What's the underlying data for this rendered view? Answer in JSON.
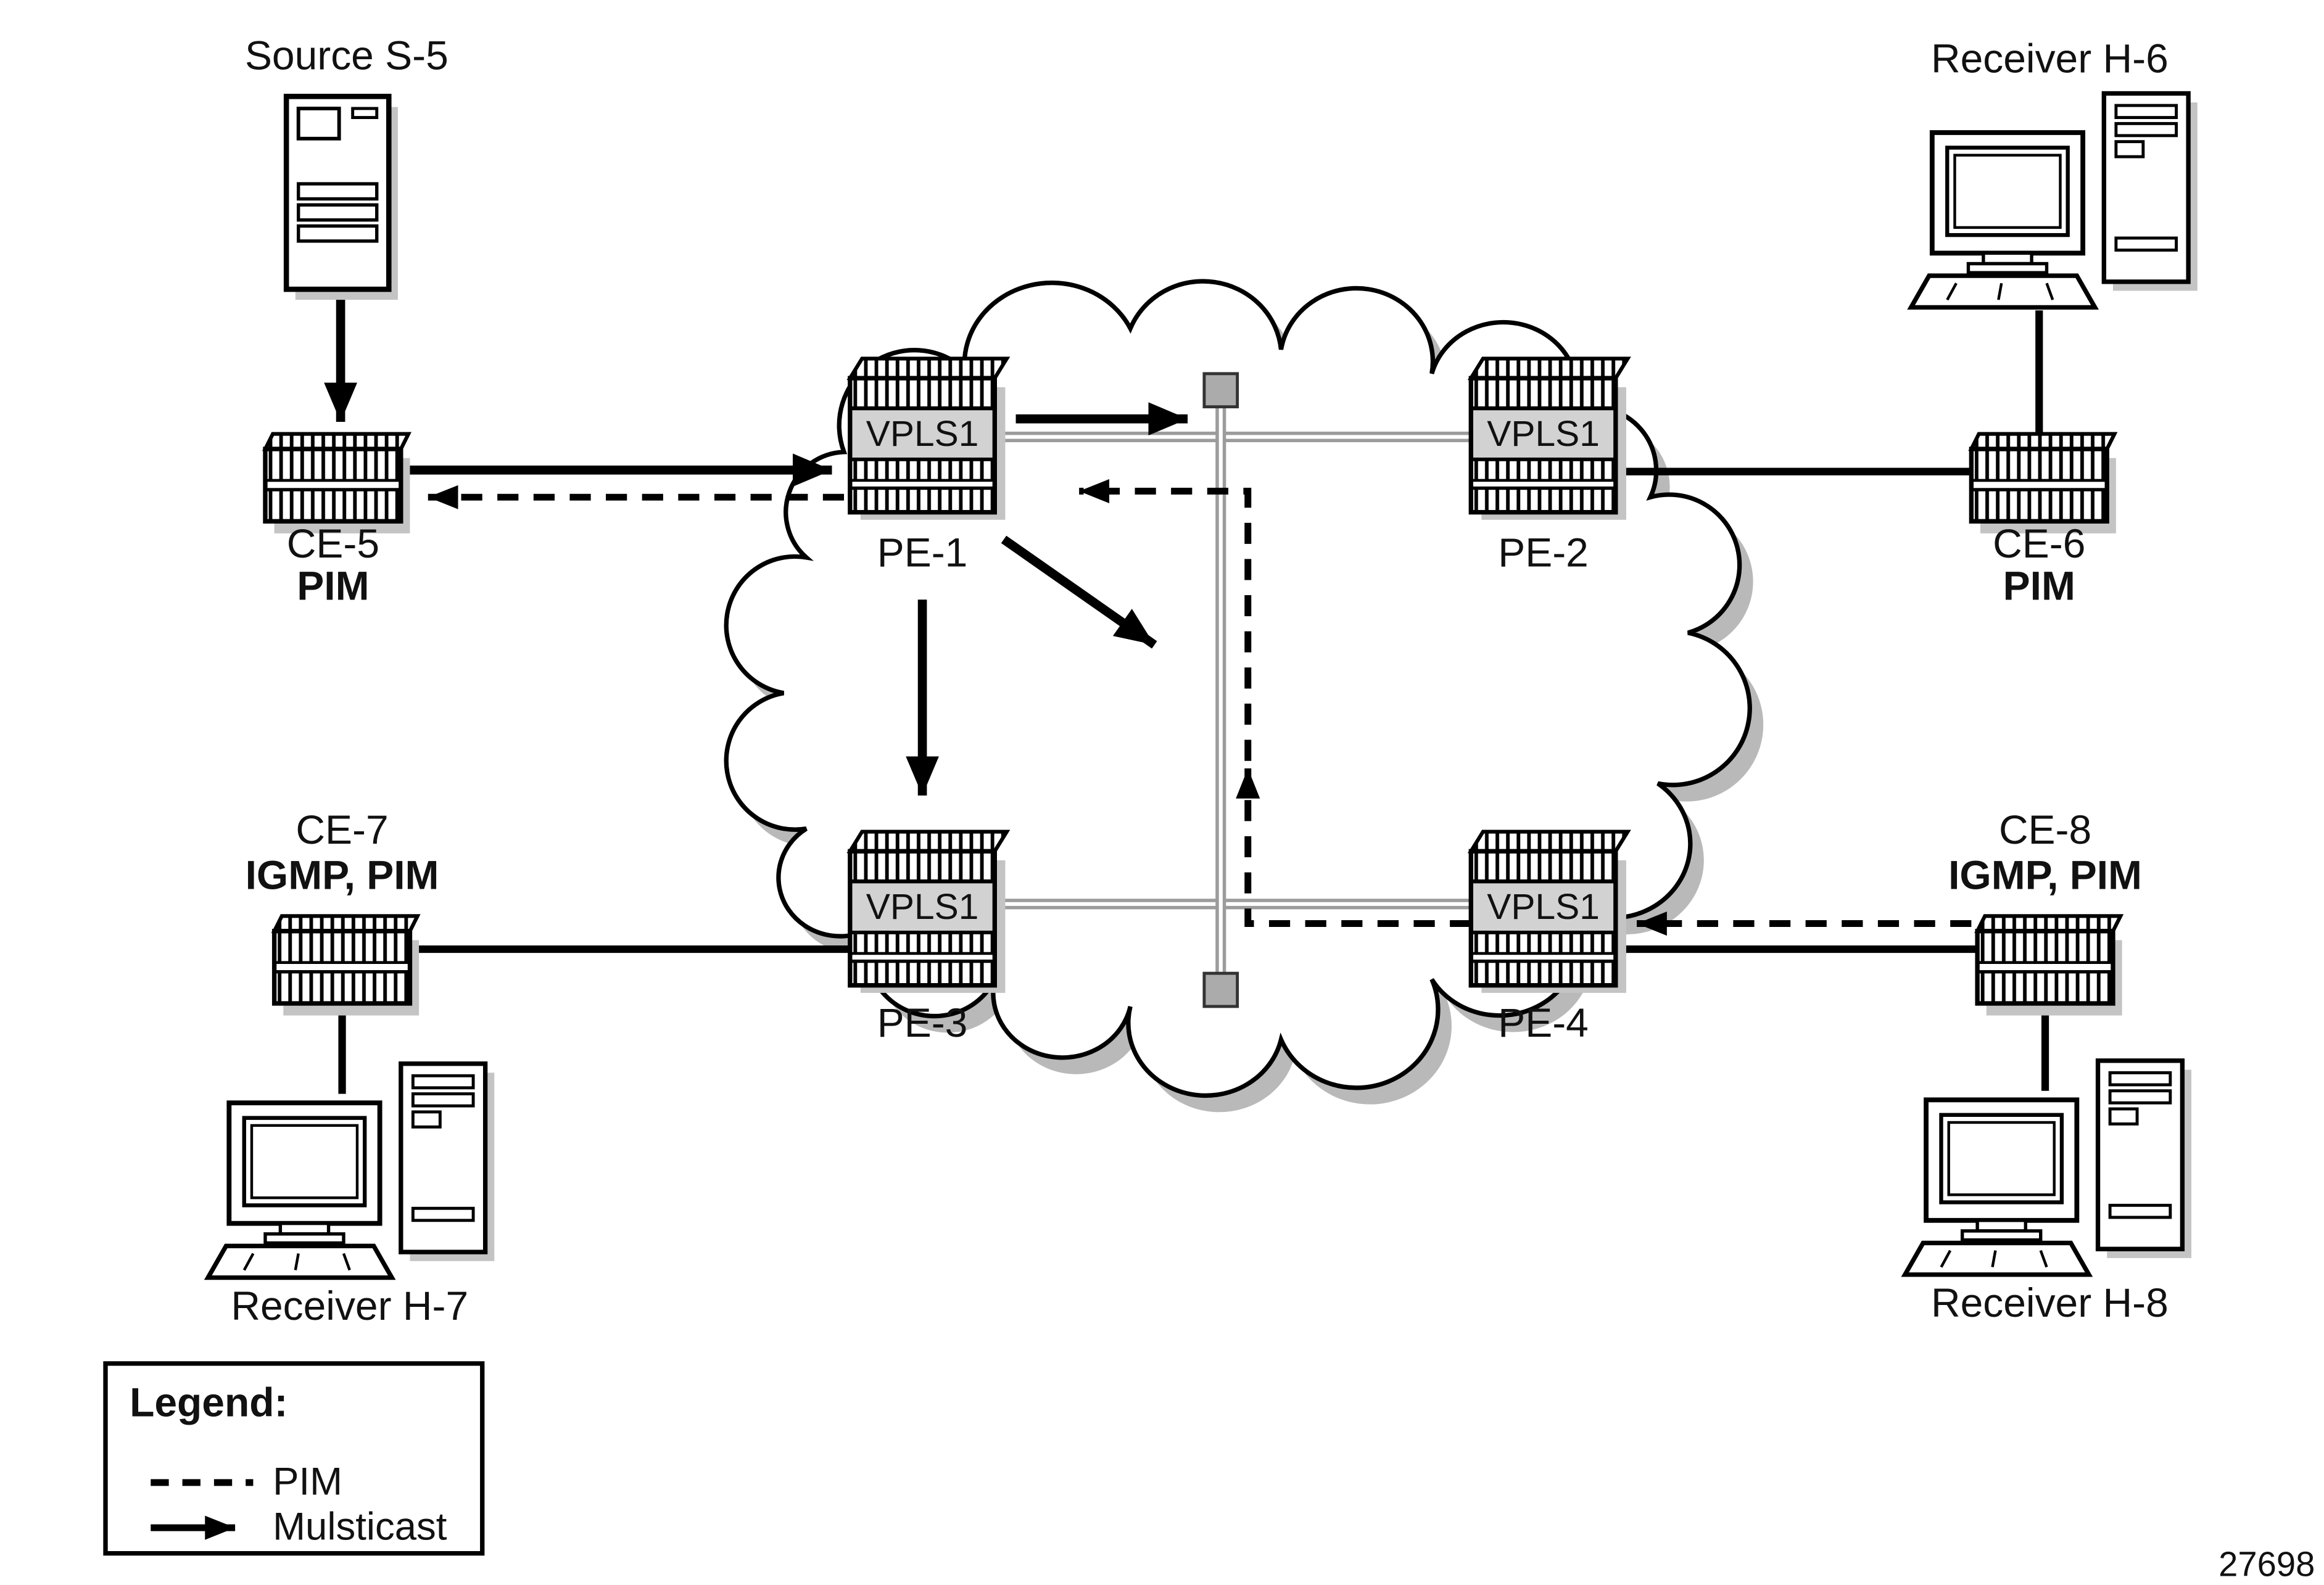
{
  "nodes": {
    "source": {
      "label": "Source S-5"
    },
    "h6": {
      "label": "Receiver H-6"
    },
    "h7": {
      "label": "Receiver H-7"
    },
    "h8": {
      "label": "Receiver H-8"
    },
    "ce5": {
      "name": "CE-5",
      "protocols": "PIM"
    },
    "ce6": {
      "name": "CE-6",
      "protocols": "PIM"
    },
    "ce7": {
      "name": "CE-7",
      "protocols": "IGMP, PIM"
    },
    "ce8": {
      "name": "CE-8",
      "protocols": "IGMP, PIM"
    },
    "pe1": {
      "name": "PE-1",
      "service": "VPLS1"
    },
    "pe2": {
      "name": "PE-2",
      "service": "VPLS1"
    },
    "pe3": {
      "name": "PE-3",
      "service": "VPLS1"
    },
    "pe4": {
      "name": "PE-4",
      "service": "VPLS1"
    }
  },
  "links": [
    {
      "from": "Source S-5",
      "to": "CE-5",
      "type": "multicast-arrow"
    },
    {
      "from": "CE-5",
      "to": "PE-1",
      "type": "multicast-arrow"
    },
    {
      "from": "PE-1",
      "to": "CE-5",
      "type": "pim-dashed"
    },
    {
      "from": "PE-1",
      "to": "core-crossconnect",
      "type": "multicast-arrow"
    },
    {
      "from": "PE-1",
      "to": "cloud-interior",
      "type": "multicast-arrow"
    },
    {
      "from": "PE-1",
      "to": "PE-3",
      "type": "multicast-arrow"
    },
    {
      "from": "PE-4",
      "to": "PE-1",
      "type": "pim-dashed"
    },
    {
      "from": "CE-8",
      "to": "PE-4",
      "type": "pim-dashed"
    },
    {
      "from": "PE-2",
      "to": "CE-6",
      "type": "link"
    },
    {
      "from": "CE-7",
      "to": "PE-3",
      "type": "link"
    },
    {
      "from": "PE-4",
      "to": "CE-8",
      "type": "link"
    },
    {
      "from": "PE-1",
      "to": "PE-2",
      "type": "core-link"
    },
    {
      "from": "PE-3",
      "to": "PE-4",
      "type": "core-link"
    },
    {
      "from": "CE-6",
      "to": "Receiver H-6",
      "type": "link"
    },
    {
      "from": "CE-7",
      "to": "Receiver H-7",
      "type": "link"
    },
    {
      "from": "CE-8",
      "to": "Receiver H-8",
      "type": "link"
    }
  ],
  "legend": {
    "title": "Legend:",
    "pim_label": "PIM",
    "multicast_label": "Mulsticast"
  },
  "figure_number": "27698",
  "colors": {
    "core_link": "#9c9c9c",
    "vpls_label_fill": "#d2d2d2",
    "shadow": "#bfbfbf"
  }
}
